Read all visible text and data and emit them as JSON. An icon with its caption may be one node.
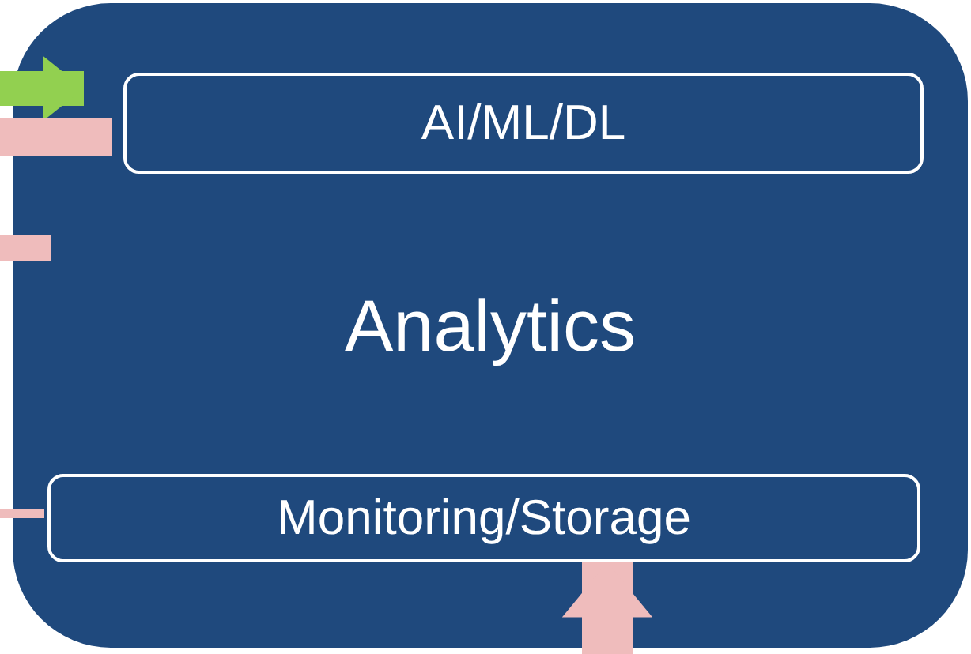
{
  "diagram": {
    "nodes": [
      {
        "text": [
          "Analytics"
        ]
      },
      {
        "text": [
          "AI/ML/DL"
        ],
        "in": 0
      },
      {
        "text": [
          "Monitoring/Storage"
        ],
        "in": 0
      }
    ],
    "edges": [
      {
        "from": null,
        "to": 0,
        "arrow": "to",
        "color": "#92d050"
      },
      {
        "from": null,
        "to": 1,
        "arrow": "none"
      },
      {
        "from": null,
        "to": 0,
        "arrow": "none"
      },
      {
        "from": null,
        "to": 2,
        "arrow": "none"
      },
      {
        "from": null,
        "to": 2,
        "arrow": "to"
      }
    ]
  }
}
